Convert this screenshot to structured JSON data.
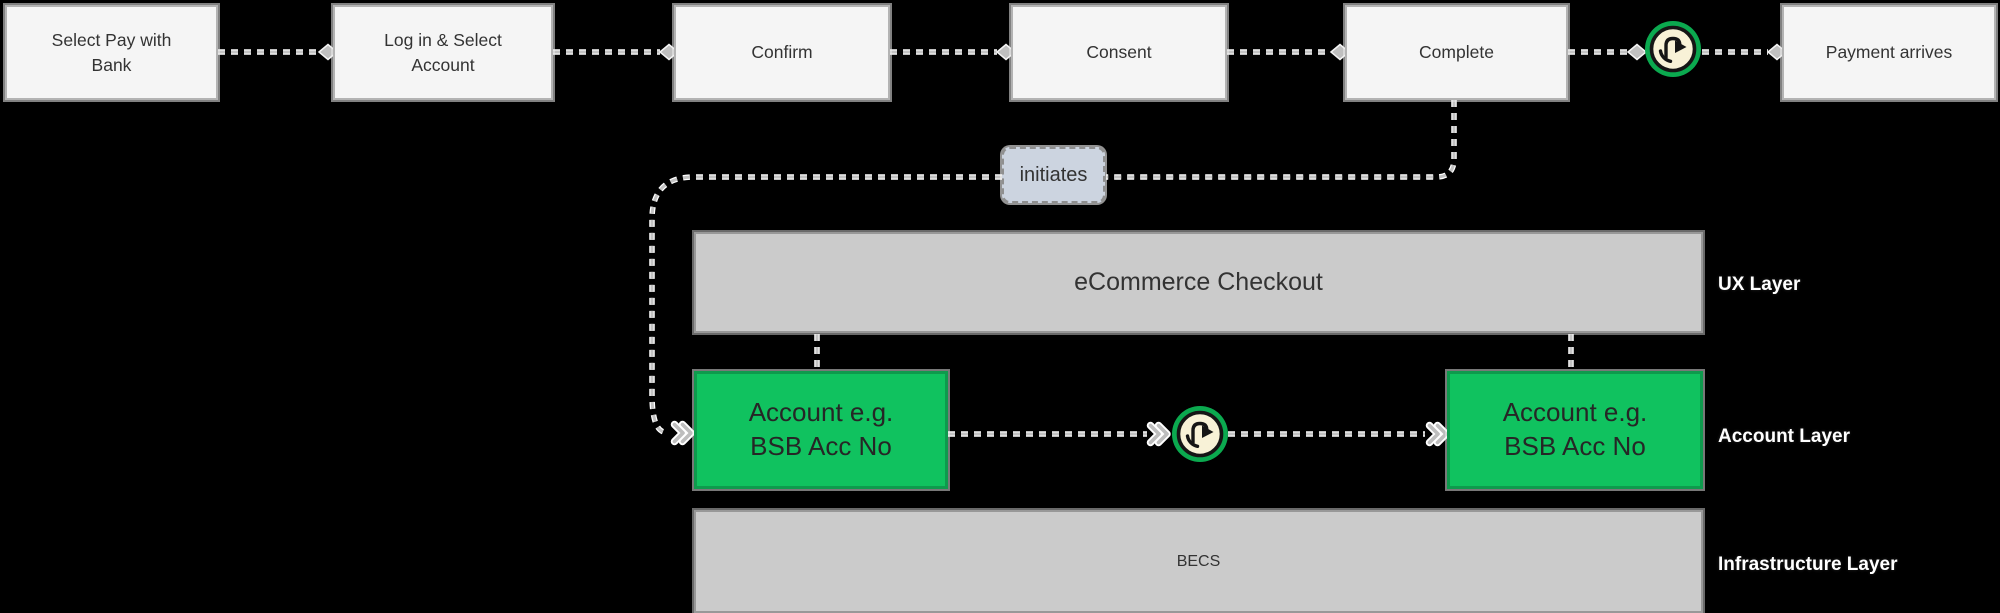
{
  "flow": {
    "steps": [
      {
        "id": "select-pay-with-bank",
        "label": "Select Pay with Bank"
      },
      {
        "id": "login-select-account",
        "label": "Log in & Select Account"
      },
      {
        "id": "confirm",
        "label": "Confirm"
      },
      {
        "id": "consent",
        "label": "Consent"
      },
      {
        "id": "complete",
        "label": "Complete"
      },
      {
        "id": "payment-arrives",
        "label": "Payment arrives"
      }
    ],
    "edge_label": "initiates"
  },
  "layers": {
    "ux": {
      "title": "eCommerce Checkout",
      "side_label": "UX Layer"
    },
    "account": {
      "left_box": {
        "line1": "Account e.g.",
        "line2": "BSB Acc No"
      },
      "right_box": {
        "line1": "Account e.g.",
        "line2": "BSB Acc No"
      },
      "side_label": "Account Layer"
    },
    "infrastructure": {
      "title": "BECS",
      "side_label": "Infrastructure Layer"
    }
  },
  "icons": {
    "cycle": "payto-cycle-icon"
  },
  "colors": {
    "background": "#000000",
    "node_fill": "#f5f5f5",
    "node_border": "#b3b3b3",
    "node_text": "#333333",
    "bar_fill": "#cbcbcb",
    "bar_border": "#989898",
    "green_fill": "#10c25f",
    "green_border": "#0e9a4d",
    "edge": "#c2c2c2",
    "edge_label_fill": "#ccd4e0",
    "icon_ring": "#0ba94f",
    "icon_disc": "#f8f2d7",
    "layer_label_text": "#ffffff"
  }
}
